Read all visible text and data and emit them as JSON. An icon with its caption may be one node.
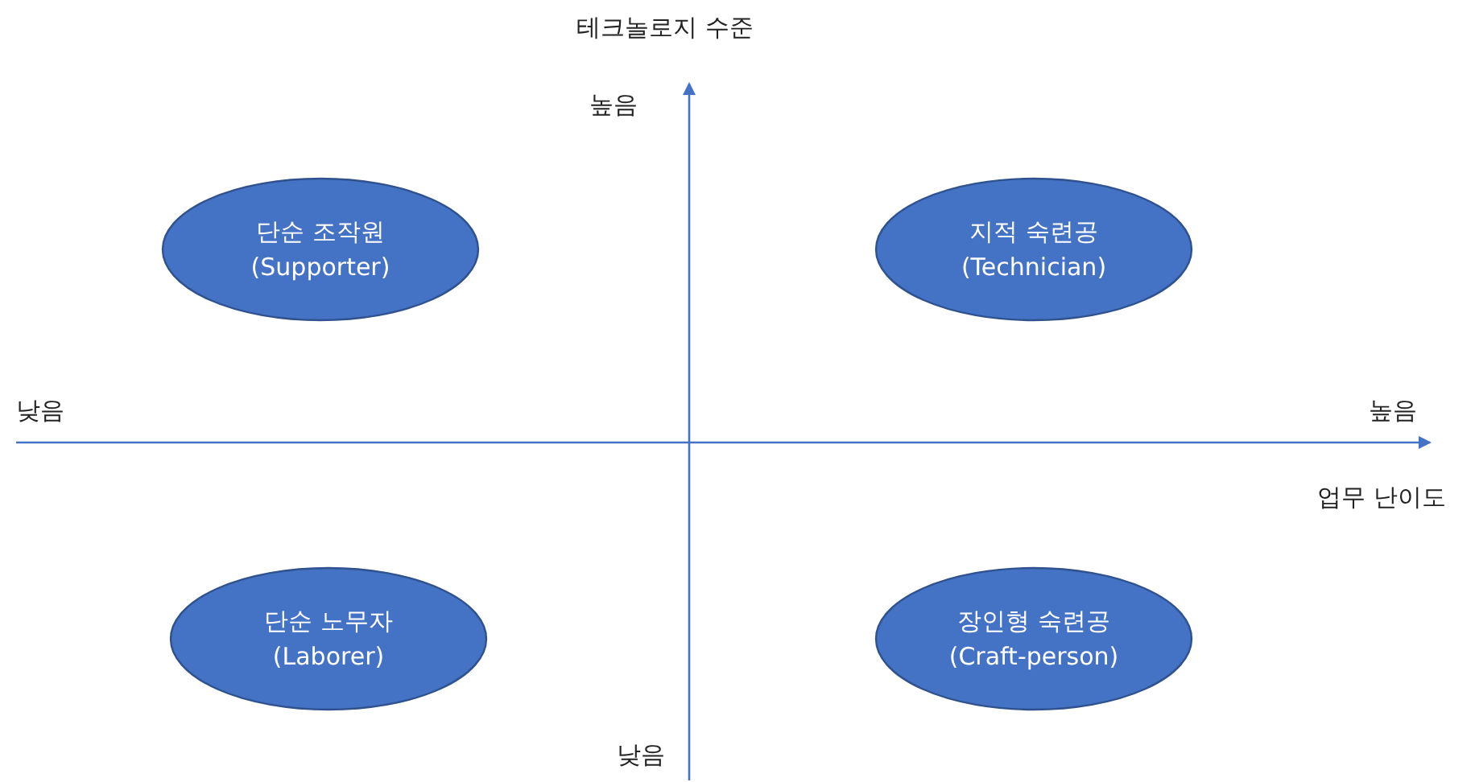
{
  "diagram": {
    "nodes": [
      {
        "text": [
          "단순 조작원",
          "(Supporter)"
        ]
      },
      {
        "text": [
          "지적 숙련공",
          "(Technician)"
        ]
      },
      {
        "text": [
          "단순 노무자",
          "(Laborer)"
        ]
      },
      {
        "text": [
          "장인형 숙련공",
          "(Craft-person)"
        ]
      }
    ],
    "edges": [],
    "labels": [
      "테크놀로지 수준",
      "높음",
      "낮음",
      "높음",
      "업무 난이도",
      "낮음"
    ]
  }
}
